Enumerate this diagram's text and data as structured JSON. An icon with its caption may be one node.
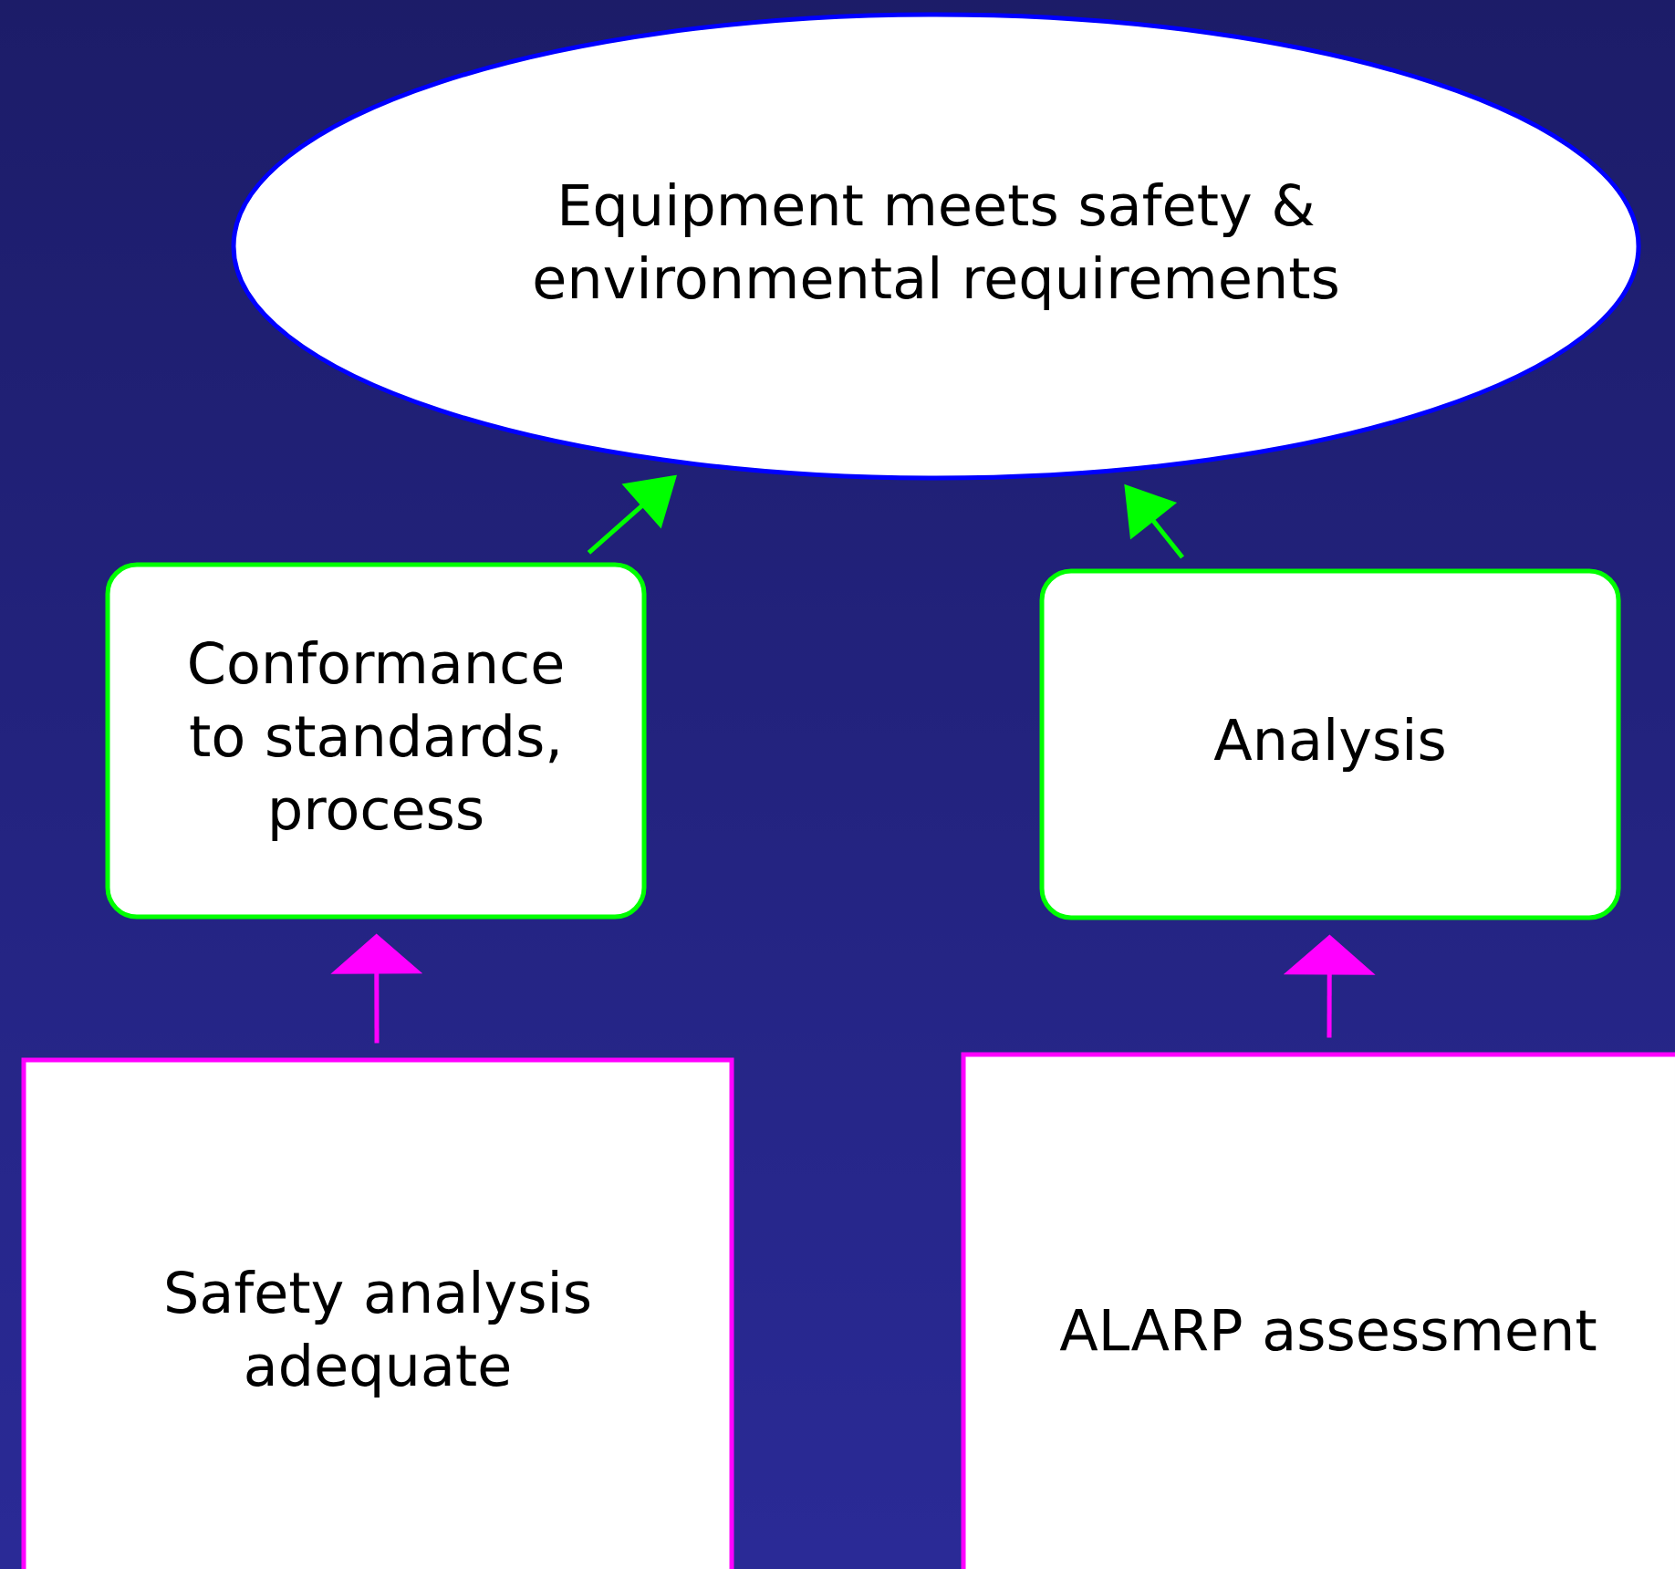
{
  "diagram": {
    "nodes": [
      {
        "text": [
          "Equipment meets safety & environmental requirements"
        ]
      },
      {
        "text": [
          "Conformance to standards, process"
        ]
      },
      {
        "text": [
          "Analysis"
        ]
      },
      {
        "text": [
          "Safety analysis adequate"
        ]
      },
      {
        "text": [
          "ALARP assessment"
        ]
      }
    ],
    "edges": [
      {
        "from": 1,
        "to": 0,
        "arrow": "to",
        "color": "#00ff00"
      },
      {
        "from": 2,
        "to": 0,
        "arrow": "to",
        "color": "#00ff00"
      },
      {
        "from": 3,
        "to": 1,
        "arrow": "to",
        "color": "#ff00ff"
      },
      {
        "from": 4,
        "to": 2,
        "arrow": "to",
        "color": "#ff00ff"
      }
    ]
  }
}
